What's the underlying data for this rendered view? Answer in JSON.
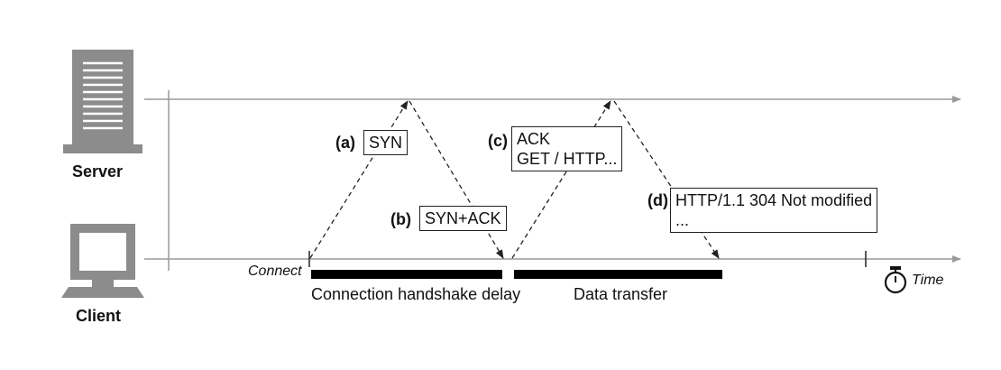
{
  "actors": {
    "server_label": "Server",
    "client_label": "Client"
  },
  "events": {
    "connect_label": "Connect",
    "time_label": "Time"
  },
  "messages": {
    "a": {
      "tag": "(a)",
      "lines": [
        "SYN"
      ]
    },
    "b": {
      "tag": "(b)",
      "lines": [
        "SYN+ACK"
      ]
    },
    "c": {
      "tag": "(c)",
      "lines": [
        "ACK",
        "GET / HTTP..."
      ]
    },
    "d": {
      "tag": "(d)",
      "lines": [
        "HTTP/1.1 304 Not modified",
        "..."
      ]
    }
  },
  "phases": {
    "handshake_label": "Connection handshake delay",
    "transfer_label": "Data transfer"
  },
  "colors": {
    "timeline": "#9a9a9a",
    "icon": "#8c8c8c",
    "bar": "#000000",
    "arrow": "#222222"
  },
  "icons": {
    "server": "server-icon",
    "client": "computer-icon",
    "time": "stopwatch-icon"
  }
}
